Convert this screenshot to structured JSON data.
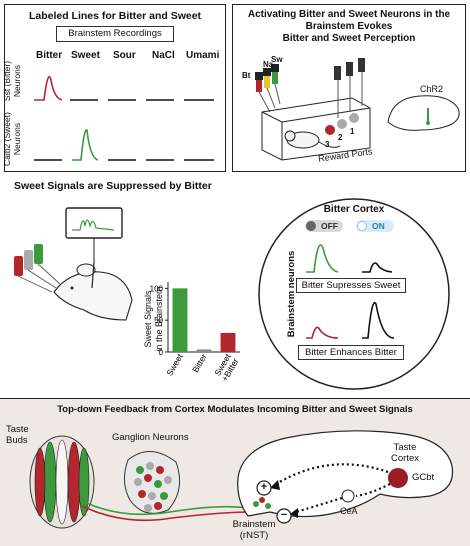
{
  "panel_a": {
    "title": "Labeled Lines for Bitter and Sweet",
    "subtitle": "Brainstem Recordings",
    "columns": [
      "Bitter",
      "Sweet",
      "Sour",
      "NaCl",
      "Umami"
    ],
    "row_labels": [
      "Sst (Bitter)\nNeurons",
      "Calb2 (Sweet)\nNeurons"
    ],
    "row1_label_line1": "Sst (Bitter)",
    "row1_label_line2": "Neurons",
    "row2_label_line1": "Calb2 (Sweet)",
    "row2_label_line2": "Neurons"
  },
  "panel_b": {
    "title_line1": "Activating Bitter and Sweet Neurons in the",
    "title_line2": "Brainstem Evokes",
    "title_line3": "Bitter and Sweet Perception",
    "fiber_labels": [
      "Sw",
      "Na",
      "Bt"
    ],
    "port_numbers": [
      "1",
      "2",
      "3"
    ],
    "reward_ports": "Reward Ports",
    "opto_label": "ChR2"
  },
  "panel_c": {
    "title": "Sweet Signals are Suppressed by Bitter",
    "ylabel_line1": "Sweet Signals",
    "ylabel_line2": "in the Brainstem",
    "yticks": [
      "0",
      "50",
      "100"
    ]
  },
  "panel_d": {
    "title": "Bitter Cortex",
    "off_label": "OFF",
    "on_label": "ON",
    "axis_label": "Brainstem neurons",
    "box1": "Bitter Supresses Sweet",
    "box2": "Bitter Enhances Bitter"
  },
  "panel_e": {
    "title": "Top-down Feedback from Cortex Modulates Incoming Bitter and Sweet Signals",
    "taste_buds_line1": "Taste",
    "taste_buds_line2": "Buds",
    "ganglion": "Ganglion Neurons",
    "taste_cortex_line1": "Taste",
    "taste_cortex_line2": "Cortex",
    "gcbt": "GCbt",
    "cea": "CeA",
    "plus": "+",
    "minus": "−",
    "brainstem_line1": "Brainstem",
    "brainstem_line2": "(rNST)"
  },
  "colors": {
    "bitter": "#b3262e",
    "sweet": "#3c9a3c",
    "gray": "#888888",
    "bottom_bg": "#efe8e4"
  },
  "chart_data": {
    "type": "bar",
    "categories": [
      "Sweet",
      "Bitter",
      "Sweet\n+Bitter"
    ],
    "values": [
      100,
      4,
      30
    ],
    "ylabel": "Sweet Signals in the Brainstem",
    "ylim": [
      0,
      110
    ],
    "yticks": [
      0,
      50,
      100
    ],
    "colors": [
      "#3c9a3c",
      "#888888",
      "#b3262e"
    ]
  }
}
